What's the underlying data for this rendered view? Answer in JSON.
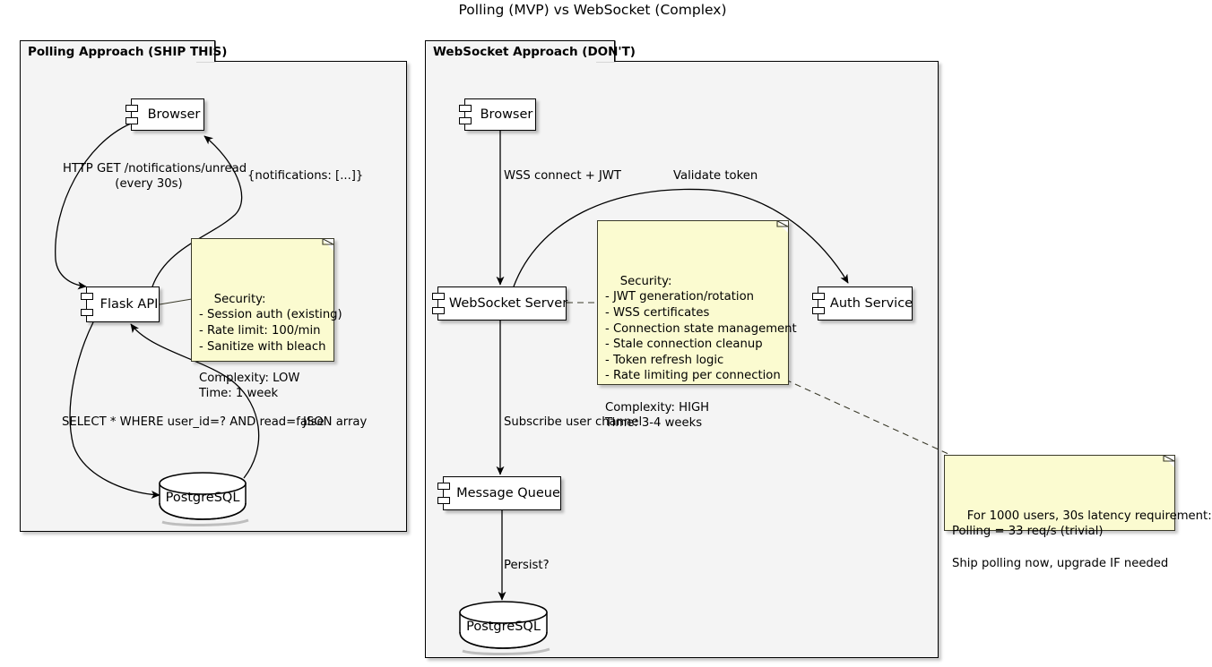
{
  "title": "Polling (MVP) vs WebSocket (Complex)",
  "colors": {
    "package_bg": "#f4f4f4",
    "component_bg": "#ffffff",
    "note_bg": "#fbfbd0",
    "stroke": "#000000",
    "note_stroke": "#3a3a2a"
  },
  "packages": [
    {
      "id": "polling",
      "title": "Polling Approach (SHIP THIS)"
    },
    {
      "id": "websocket",
      "title": "WebSocket Approach (DON'T)"
    }
  ],
  "polling": {
    "components": [
      {
        "id": "browser",
        "label": "Browser"
      },
      {
        "id": "flask",
        "label": "Flask API"
      }
    ],
    "databases": [
      {
        "id": "pg",
        "label": "PostgreSQL"
      }
    ],
    "edges": [
      {
        "id": "get",
        "label": "HTTP GET /notifications/unread\n(every 30s)",
        "from": "browser",
        "to": "flask"
      },
      {
        "id": "resp",
        "label": "{notifications: [...]}",
        "from": "flask",
        "to": "browser"
      },
      {
        "id": "select",
        "label": "SELECT * WHERE user_id=? AND read=false",
        "from": "flask",
        "to": "pg"
      },
      {
        "id": "json",
        "label": "JSON array",
        "from": "pg",
        "to": "flask"
      }
    ],
    "note": "Security:\n- Session auth (existing)\n- Rate limit: 100/min\n- Sanitize with bleach\n\nComplexity: LOW\nTime: 1 week"
  },
  "websocket": {
    "components": [
      {
        "id": "browser2",
        "label": "Browser"
      },
      {
        "id": "wsserver",
        "label": "WebSocket Server"
      },
      {
        "id": "auth",
        "label": "Auth Service"
      },
      {
        "id": "mq",
        "label": "Message Queue"
      }
    ],
    "databases": [
      {
        "id": "pg2",
        "label": "PostgreSQL"
      }
    ],
    "edges": [
      {
        "id": "wss",
        "label": "WSS connect + JWT",
        "from": "browser2",
        "to": "wsserver"
      },
      {
        "id": "validate",
        "label": "Validate token",
        "from": "wsserver",
        "to": "auth"
      },
      {
        "id": "subscribe",
        "label": "Subscribe user channel",
        "from": "wsserver",
        "to": "mq"
      },
      {
        "id": "persist",
        "label": "Persist?",
        "from": "mq",
        "to": "pg2"
      }
    ],
    "note": "Security:\n- JWT generation/rotation\n- WSS certificates\n- Connection state management\n- Stale connection cleanup\n- Token refresh logic\n- Rate limiting per connection\n\nComplexity: HIGH\nTime: 3-4 weeks"
  },
  "summary_note": "For 1000 users, 30s latency requirement:\nPolling = 33 req/s (trivial)\n\nShip polling now, upgrade IF needed"
}
